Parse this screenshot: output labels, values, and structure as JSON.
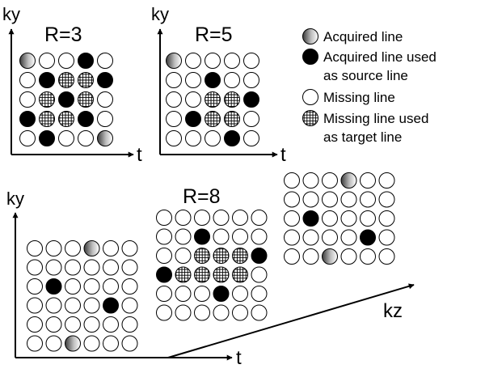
{
  "panel_r3": {
    "title": "R=3",
    "y_label": "ky",
    "x_label": "t",
    "grid": [
      [
        "acquired",
        "missing",
        "missing",
        "source",
        "missing"
      ],
      [
        "missing",
        "source",
        "target",
        "target",
        "source"
      ],
      [
        "missing",
        "target",
        "source",
        "target",
        "missing"
      ],
      [
        "source",
        "target",
        "target",
        "source",
        "missing"
      ],
      [
        "missing",
        "source",
        "missing",
        "missing",
        "acquired"
      ]
    ]
  },
  "panel_r5": {
    "title": "R=5",
    "y_label": "ky",
    "x_label": "t",
    "grid": [
      [
        "acquired",
        "missing",
        "missing",
        "missing",
        "missing"
      ],
      [
        "missing",
        "missing",
        "source",
        "missing",
        "missing"
      ],
      [
        "missing",
        "missing",
        "target",
        "target",
        "source"
      ],
      [
        "missing",
        "source",
        "target",
        "target",
        "missing"
      ],
      [
        "missing",
        "missing",
        "missing",
        "source",
        "missing"
      ]
    ]
  },
  "legend": {
    "items": [
      {
        "kind": "acquired",
        "lines": [
          "Acquired line"
        ]
      },
      {
        "kind": "source",
        "lines": [
          "Acquired line used",
          "as source line"
        ]
      },
      {
        "kind": "missing",
        "lines": [
          "Missing line"
        ]
      },
      {
        "kind": "target",
        "lines": [
          "Missing line used",
          "as target line"
        ]
      }
    ]
  },
  "panel_r8": {
    "title": "R=8",
    "y_label": "ky",
    "x_label": "t",
    "z_label": "kz",
    "front_grid": [
      [
        "missing",
        "missing",
        "missing",
        "acquired",
        "missing",
        "missing"
      ],
      [
        "missing",
        "missing",
        "missing",
        "missing",
        "missing",
        "missing"
      ],
      [
        "missing",
        "source",
        "missing",
        "missing",
        "missing",
        "missing"
      ],
      [
        "missing",
        "missing",
        "missing",
        "missing",
        "source",
        "missing"
      ],
      [
        "missing",
        "missing",
        "missing",
        "missing",
        "missing",
        "missing"
      ],
      [
        "missing",
        "missing",
        "acquired",
        "missing",
        "missing",
        "missing"
      ]
    ],
    "middle_grid": [
      [
        "missing",
        "missing",
        "missing",
        "missing",
        "missing",
        "missing"
      ],
      [
        "missing",
        "missing",
        "source",
        "missing",
        "missing",
        "missing"
      ],
      [
        "missing",
        "missing",
        "target",
        "target",
        "target",
        "source"
      ],
      [
        "source",
        "target",
        "target",
        "target",
        "target",
        "missing"
      ],
      [
        "missing",
        "missing",
        "missing",
        "source",
        "missing",
        "missing"
      ],
      [
        "missing",
        "missing",
        "missing",
        "missing",
        "missing",
        "missing"
      ]
    ],
    "back_grid": [
      [
        "missing",
        "missing",
        "missing",
        "acquired",
        "missing",
        "missing"
      ],
      [
        "missing",
        "missing",
        "missing",
        "missing",
        "missing",
        "missing"
      ],
      [
        "missing",
        "source",
        "missing",
        "missing",
        "missing",
        "missing"
      ],
      [
        "missing",
        "missing",
        "missing",
        "missing",
        "source",
        "missing"
      ],
      [
        "missing",
        "missing",
        "acquired",
        "missing",
        "missing",
        "missing"
      ]
    ]
  }
}
